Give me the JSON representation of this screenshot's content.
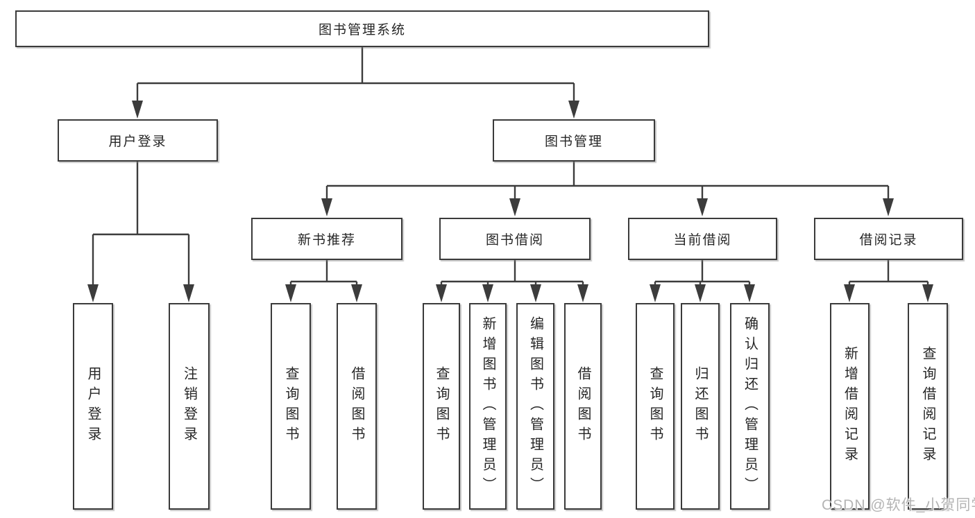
{
  "diagram": {
    "root": {
      "label": "图书管理系统"
    },
    "branches": [
      {
        "label": "用户登录",
        "children": [
          {
            "label": "用户登录"
          },
          {
            "label": "注销登录"
          }
        ]
      },
      {
        "label": "图书管理",
        "children": [
          {
            "label": "新书推荐",
            "children": [
              {
                "label": "查询图书"
              },
              {
                "label": "借阅图书"
              }
            ]
          },
          {
            "label": "图书借阅",
            "children": [
              {
                "label": "查询图书"
              },
              {
                "label": "新增图书（管理员）"
              },
              {
                "label": "编辑图书（管理员）"
              },
              {
                "label": "借阅图书"
              }
            ]
          },
          {
            "label": "当前借阅",
            "children": [
              {
                "label": "查询图书"
              },
              {
                "label": "归还图书"
              },
              {
                "label": "确认归还（管理员）"
              }
            ]
          },
          {
            "label": "借阅记录",
            "children": [
              {
                "label": "新增借阅记录"
              },
              {
                "label": "查询借阅记录"
              }
            ]
          }
        ]
      }
    ]
  },
  "watermark": {
    "text": "CSDN @软件_小贺同学"
  },
  "colors": {
    "line": "#3c3c3c",
    "text": "#262626",
    "box_background": "#ffffff",
    "watermark": "#b4b4b4"
  }
}
